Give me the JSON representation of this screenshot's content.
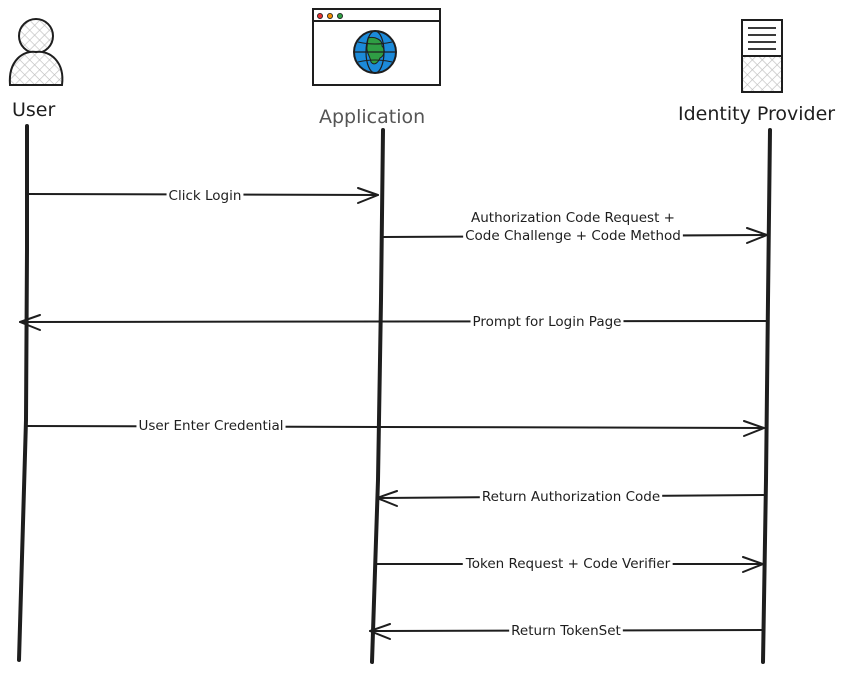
{
  "actors": [
    {
      "id": "user",
      "label": "User",
      "icon": "user-icon"
    },
    {
      "id": "app",
      "label": "Application",
      "icon": "browser-globe-icon"
    },
    {
      "id": "idp",
      "label": "Identity Provider",
      "icon": "server-icon"
    }
  ],
  "messages": [
    {
      "from": "user",
      "to": "app",
      "lines": [
        "Click Login"
      ]
    },
    {
      "from": "app",
      "to": "idp",
      "lines": [
        "Authorization Code Request +",
        "Code Challenge + Code Method"
      ]
    },
    {
      "from": "idp",
      "to": "user",
      "lines": [
        "Prompt for Login Page"
      ]
    },
    {
      "from": "user",
      "to": "idp",
      "lines": [
        "User Enter Credential"
      ]
    },
    {
      "from": "idp",
      "to": "app",
      "lines": [
        "Return Authorization Code"
      ]
    },
    {
      "from": "app",
      "to": "idp",
      "lines": [
        "Token Request + Code Verifier"
      ]
    },
    {
      "from": "idp",
      "to": "app",
      "lines": [
        "Return TokenSet"
      ]
    }
  ],
  "colors": {
    "stroke": "#1e1e1e",
    "actor_fill": "#e6e6e6",
    "globe_blue": "#1c8ad9",
    "globe_green": "#2f9e44",
    "dot_red": "#e03131",
    "dot_orange": "#f08c00",
    "dot_green": "#2f9e44"
  }
}
